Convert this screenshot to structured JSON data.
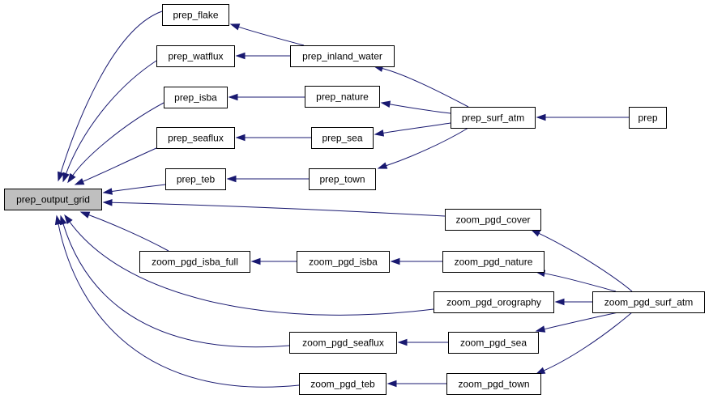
{
  "diagram": {
    "root": "prep_output_grid",
    "nodes": [
      {
        "id": "prep_output_grid",
        "label": "prep_output_grid",
        "root": true
      },
      {
        "id": "prep_flake",
        "label": "prep_flake"
      },
      {
        "id": "prep_watflux",
        "label": "prep_watflux"
      },
      {
        "id": "prep_isba",
        "label": "prep_isba"
      },
      {
        "id": "prep_seaflux",
        "label": "prep_seaflux"
      },
      {
        "id": "prep_teb",
        "label": "prep_teb"
      },
      {
        "id": "prep_inland_water",
        "label": "prep_inland_water"
      },
      {
        "id": "prep_nature",
        "label": "prep_nature"
      },
      {
        "id": "prep_sea",
        "label": "prep_sea"
      },
      {
        "id": "prep_town",
        "label": "prep_town"
      },
      {
        "id": "prep_surf_atm",
        "label": "prep_surf_atm"
      },
      {
        "id": "prep",
        "label": "prep"
      },
      {
        "id": "zoom_pgd_cover",
        "label": "zoom_pgd_cover"
      },
      {
        "id": "zoom_pgd_isba_full",
        "label": "zoom_pgd_isba_full"
      },
      {
        "id": "zoom_pgd_isba",
        "label": "zoom_pgd_isba"
      },
      {
        "id": "zoom_pgd_nature",
        "label": "zoom_pgd_nature"
      },
      {
        "id": "zoom_pgd_orography",
        "label": "zoom_pgd_orography"
      },
      {
        "id": "zoom_pgd_surf_atm",
        "label": "zoom_pgd_surf_atm"
      },
      {
        "id": "zoom_pgd_seaflux",
        "label": "zoom_pgd_seaflux"
      },
      {
        "id": "zoom_pgd_sea",
        "label": "zoom_pgd_sea"
      },
      {
        "id": "zoom_pgd_teb",
        "label": "zoom_pgd_teb"
      },
      {
        "id": "zoom_pgd_town",
        "label": "zoom_pgd_town"
      }
    ],
    "edges": [
      {
        "from": "prep_flake",
        "to": "prep_output_grid"
      },
      {
        "from": "prep_watflux",
        "to": "prep_output_grid"
      },
      {
        "from": "prep_isba",
        "to": "prep_output_grid"
      },
      {
        "from": "prep_seaflux",
        "to": "prep_output_grid"
      },
      {
        "from": "prep_teb",
        "to": "prep_output_grid"
      },
      {
        "from": "zoom_pgd_cover",
        "to": "prep_output_grid"
      },
      {
        "from": "zoom_pgd_isba_full",
        "to": "prep_output_grid"
      },
      {
        "from": "zoom_pgd_orography",
        "to": "prep_output_grid"
      },
      {
        "from": "zoom_pgd_seaflux",
        "to": "prep_output_grid"
      },
      {
        "from": "zoom_pgd_teb",
        "to": "prep_output_grid"
      },
      {
        "from": "prep_inland_water",
        "to": "prep_flake"
      },
      {
        "from": "prep_inland_water",
        "to": "prep_watflux"
      },
      {
        "from": "prep_nature",
        "to": "prep_isba"
      },
      {
        "from": "prep_sea",
        "to": "prep_seaflux"
      },
      {
        "from": "prep_town",
        "to": "prep_teb"
      },
      {
        "from": "prep_surf_atm",
        "to": "prep_inland_water"
      },
      {
        "from": "prep_surf_atm",
        "to": "prep_nature"
      },
      {
        "from": "prep_surf_atm",
        "to": "prep_sea"
      },
      {
        "from": "prep_surf_atm",
        "to": "prep_town"
      },
      {
        "from": "prep",
        "to": "prep_surf_atm"
      },
      {
        "from": "zoom_pgd_isba",
        "to": "zoom_pgd_isba_full"
      },
      {
        "from": "zoom_pgd_nature",
        "to": "zoom_pgd_isba"
      },
      {
        "from": "zoom_pgd_surf_atm",
        "to": "zoom_pgd_cover"
      },
      {
        "from": "zoom_pgd_surf_atm",
        "to": "zoom_pgd_nature"
      },
      {
        "from": "zoom_pgd_surf_atm",
        "to": "zoom_pgd_orography"
      },
      {
        "from": "zoom_pgd_surf_atm",
        "to": "zoom_pgd_sea"
      },
      {
        "from": "zoom_pgd_surf_atm",
        "to": "zoom_pgd_town"
      },
      {
        "from": "zoom_pgd_sea",
        "to": "zoom_pgd_seaflux"
      },
      {
        "from": "zoom_pgd_town",
        "to": "zoom_pgd_teb"
      }
    ],
    "colors": {
      "edge": "#191970",
      "node_border": "#000000",
      "node_fill": "#ffffff",
      "root_fill": "#bfbfbf"
    }
  }
}
